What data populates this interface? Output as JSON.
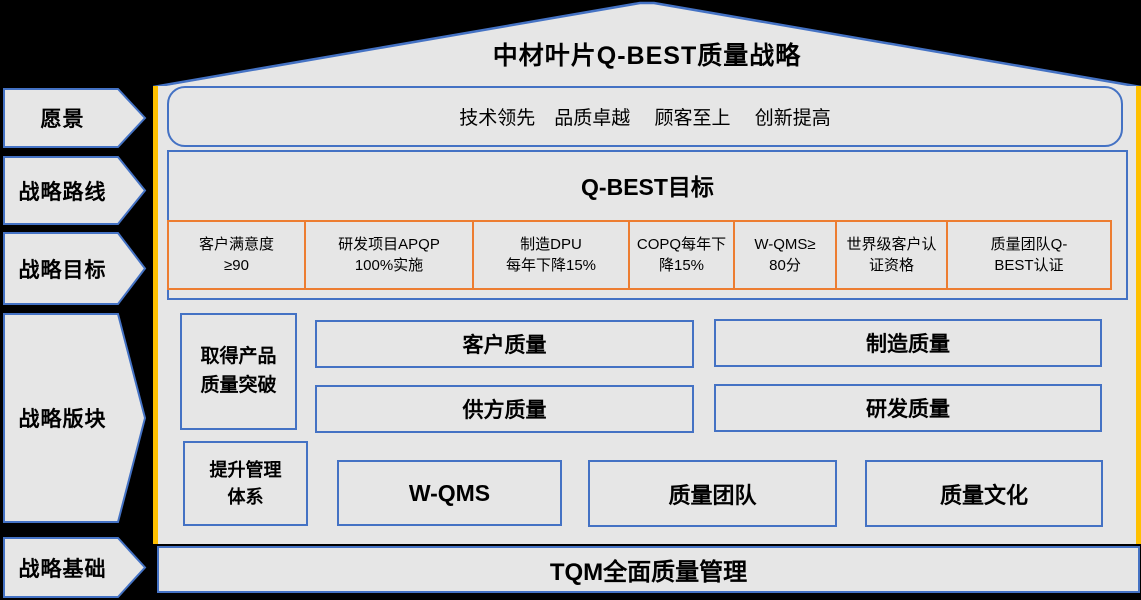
{
  "title": "中材叶片Q-BEST质量战略",
  "colors": {
    "panel_fill": "#E6E6E6",
    "blue_border": "#4472C4",
    "orange_border": "#ED7D31",
    "yellow_edge": "#FFC000",
    "background": "#000000"
  },
  "sidebar": {
    "items": [
      {
        "label": "愿景"
      },
      {
        "label": "战略路线"
      },
      {
        "label": "战略目标"
      },
      {
        "label": "战略版块"
      },
      {
        "label": "战略基础"
      }
    ]
  },
  "vision": {
    "text": "技术领先　品质卓越　 顾客至上　 创新提高"
  },
  "qbest": {
    "title": "Q-BEST目标",
    "goals": [
      "客户满意度\n≥90",
      "研发项目APQP\n100%实施",
      "制造DPU\n每年下降15%",
      "COPQ每年下\n降15%",
      "W-QMS≥\n80分",
      "世界级客户认\n证资格",
      "质量团队Q-\nBEST认证"
    ]
  },
  "blocks": {
    "breakthrough": "取得产品\n质量突破",
    "customer": "客户质量",
    "manufacturing": "制造质量",
    "supplier": "供方质量",
    "rnd": "研发质量",
    "management": "提升管理\n体系",
    "wqms": "W-QMS",
    "team": "质量团队",
    "culture": "质量文化"
  },
  "foundation": {
    "text": "TQM全面质量管理"
  }
}
